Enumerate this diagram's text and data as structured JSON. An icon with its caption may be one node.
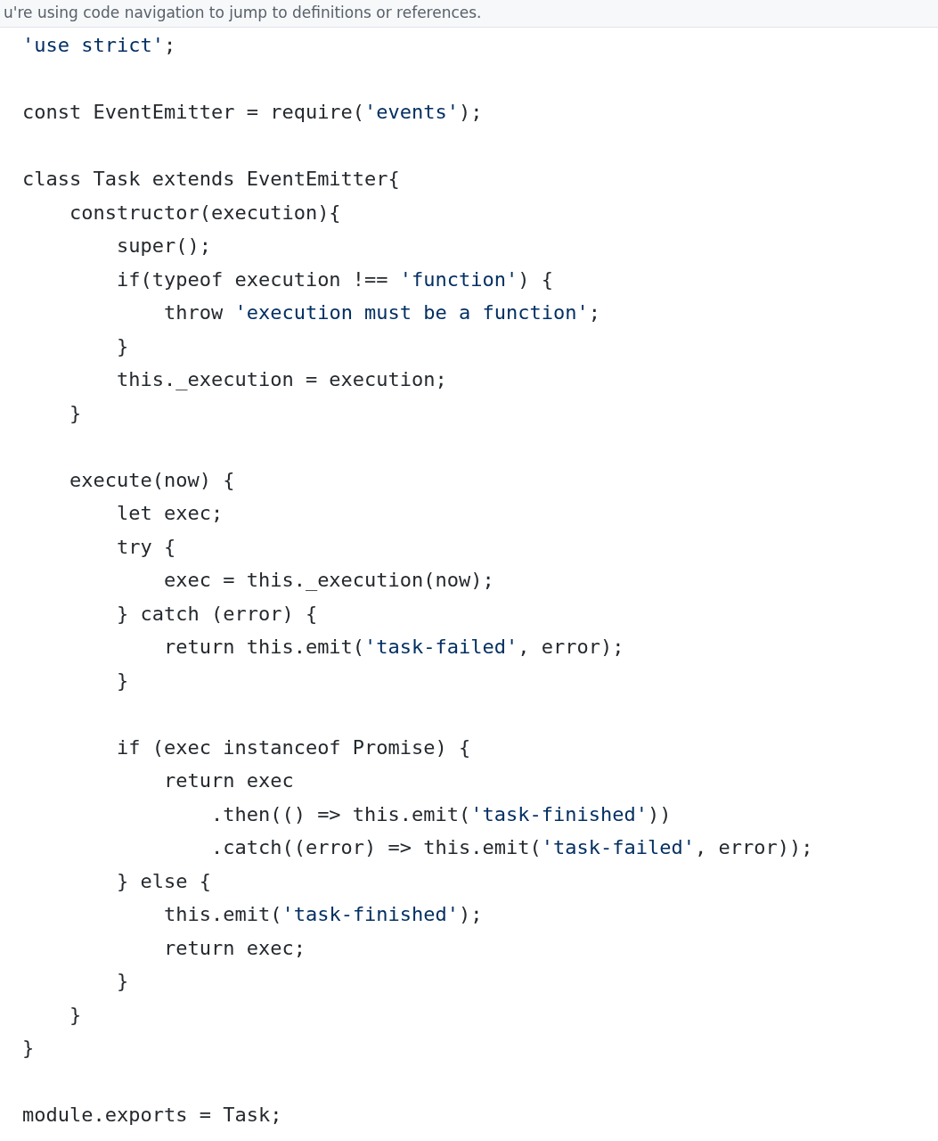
{
  "diagram": {
    "labels": [
      "u're using code navigation to jump to definitions or references.",
      "'use strict';",
      "const EventEmitter = require('events');",
      "class Task extends EventEmitter{",
      "    constructor(execution){",
      "        super();",
      "        if(typeof execution !== 'function') {",
      "            throw 'execution must be a function';",
      "        }",
      "        this._execution = execution;",
      "    }",
      "    execute(now) {",
      "        let exec;",
      "        try {",
      "            exec = this._execution(now);",
      "        } catch (error) {",
      "            return this.emit('task-failed', error);",
      "        }",
      "        if (exec instanceof Promise) {",
      "            return exec",
      "                .then(() => this.emit('task-finished'))",
      "                .catch((error) => this.emit('task-failed', error));",
      "        } else {",
      "            this.emit('task-finished');",
      "            return exec;",
      "        }",
      "    }",
      "}",
      "module.exports = Task;"
    ]
  }
}
